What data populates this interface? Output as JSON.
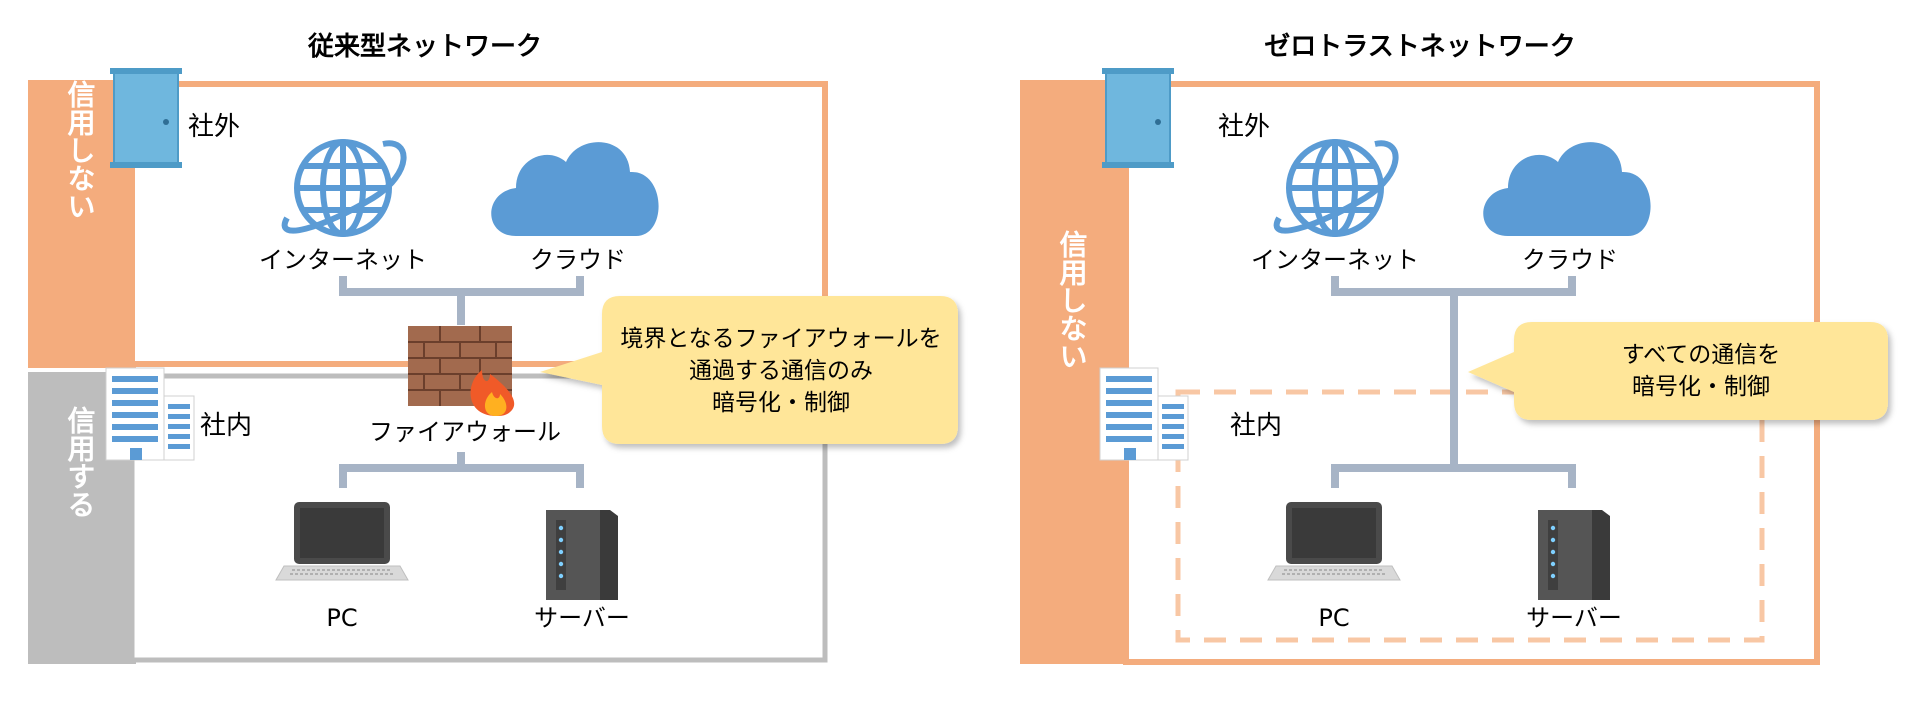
{
  "left": {
    "title": "従来型ネットワーク",
    "outside_label": "社外",
    "inside_label": "社内",
    "untrusted_label": "信用しない",
    "trusted_label": "信用する",
    "internet_label": "インターネット",
    "cloud_label": "クラウド",
    "firewall_label": "ファイアウォール",
    "pc_label": "PC",
    "server_label": "サーバー",
    "callout_lines": [
      "境界となるファイアウォールを",
      "通過する通信のみ",
      "暗号化・制御"
    ]
  },
  "right": {
    "title": "ゼロトラストネットワーク",
    "outside_label": "社外",
    "inside_label": "社内",
    "untrusted_label": "信用しない",
    "internet_label": "インターネット",
    "cloud_label": "クラウド",
    "pc_label": "PC",
    "server_label": "サーバー",
    "callout_lines": [
      "すべての通信を",
      "暗号化・制御"
    ]
  },
  "colors": {
    "untrusted": "#F4AC7D",
    "trusted": "#BDBDBD",
    "connector": "#A7B4C6",
    "callout": "#FFE699",
    "icon_blue": "#5B9BD5",
    "door": "#6FB7DE",
    "brick": "#A26A4E"
  }
}
